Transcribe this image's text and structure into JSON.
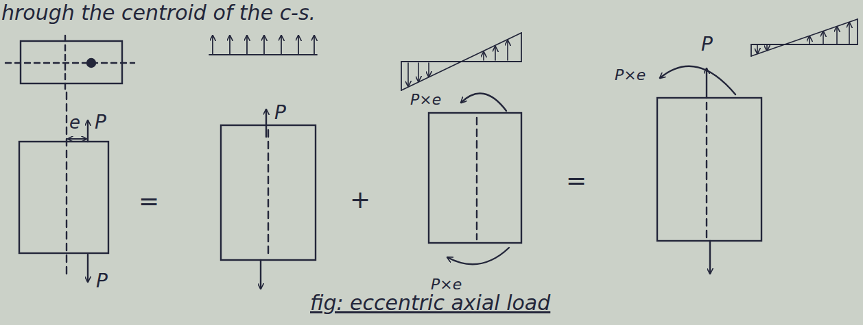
{
  "diagram": {
    "caption": "fig: eccentric axial load",
    "labels": [
      "hrough the centroid of the c-s.",
      "e",
      "P",
      "P",
      "=",
      "P",
      "+",
      "P×e",
      "P×e",
      "=",
      "P×e",
      "P"
    ]
  }
}
